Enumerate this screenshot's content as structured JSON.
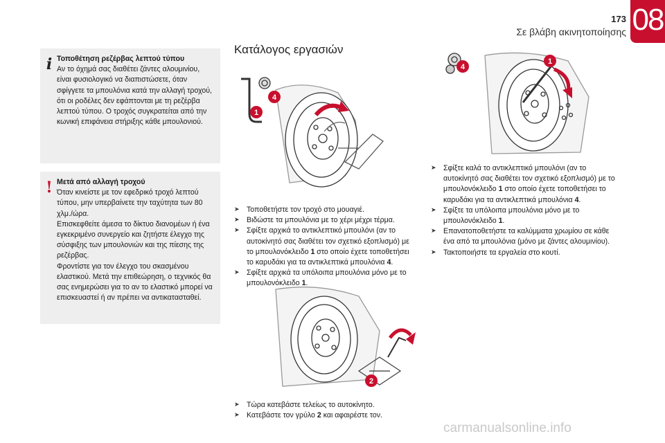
{
  "header": {
    "page_number": "173",
    "section_title": "Σε βλάβη ακινητοποίησης",
    "chapter": "08"
  },
  "info_box": {
    "icon": "info-icon",
    "heading": "Τοποθέτηση ρεζέρβας λεπτού τύπου",
    "body": "Αν το όχημά σας διαθέτει ζάντες αλουμινίου, είναι φυσιολογικό να διαπιστώσετε, όταν σφίγγετε τα μπουλόνια κατά την αλλαγή τροχού, ότι οι ροδέλες δεν εφάπτονται με τη ρεζέρβα λεπτού τύπου. Ο τροχός συγκρατείται από την κωνική επιφάνεια στήριξης κάθε μπουλονιού."
  },
  "warning_box": {
    "icon": "warning-icon",
    "heading": "Μετά από αλλαγή τροχού",
    "paragraph1": "Όταν κινείστε με τον εφεδρικό τροχό λεπτού τύπου, μην υπερβαίνετε την ταχύτητα των 80 χλμ./ώρα.",
    "paragraph2": "Επισκεφθείτε άμεσα το δίκτυο διανομέων ή ένα εγκεκριμένο συνεργείο και ζητήστε έλεγχο της σύσφιξης των μπουλονιών και της πίεσης της ρεζέρβας.",
    "paragraph3": "Φροντίστε για τον έλεγχο του σκασμένου ελαστικού. Μετά την επιθεώρηση, ο τεχνικός θα σας ενημερώσει για το αν το ελαστικό μπορεί να επισκευαστεί ή αν πρέπει να αντικατασταθεί."
  },
  "main_title": "Κατάλογος εργασιών",
  "illustrations": {
    "fig1_callouts": [
      "1",
      "4"
    ],
    "fig2_callouts": [
      "2"
    ],
    "fig3_callouts": [
      "1",
      "4"
    ]
  },
  "steps_a": [
    {
      "text": "Τοποθετήστε τον τροχό στο μουαγιέ."
    },
    {
      "text": "Βιδώστε τα μπουλόνια με το χέρι μέχρι τέρμα."
    },
    {
      "pre": "Σφίξτε αρχικά το αντικλεπτικό μπουλόνι (αν το αυτοκίνητό σας διαθέτει τον σχετικό εξοπλισμό) με το μπουλονόκλειδο ",
      "bold": "1",
      "mid": " στο οποίο έχετε τοποθετήσει το καρυδάκι για τα αντικλεπτικά μπουλόνια ",
      "bold2": "4",
      "post": "."
    },
    {
      "pre": "Σφίξτε αρχικά τα υπόλοιπα μπουλόνια μόνο με το μπουλονόκλειδο ",
      "bold": "1",
      "post": "."
    }
  ],
  "steps_b": [
    {
      "text": "Τώρα κατεβάστε τελείως το αυτοκίνητο."
    },
    {
      "pre": "Κατεβάστε τον γρύλο ",
      "bold": "2",
      "post": " και αφαιρέστε τον."
    }
  ],
  "steps_c": [
    {
      "pre": "Σφίξτε καλά το αντικλεπτικό μπουλόνι (αν το αυτοκίνητό σας διαθέτει τον σχετικό εξοπλισμό) με το μπουλονόκλειδο ",
      "bold": "1",
      "mid": " στο οποίο έχετε τοποθετήσει το καρυδάκι για τα αντικλεπτικά μπουλόνια ",
      "bold2": "4",
      "post": "."
    },
    {
      "pre": "Σφίξτε τα υπόλοιπα μπουλόνια μόνο με το μπουλονόκλειδο ",
      "bold": "1",
      "post": "."
    },
    {
      "text": "Επανατοποθετήστε τα καλύμματα χρωμίου σε κάθε ένα από τα μπουλόνια (μόνο με ζάντες αλουμινίου)."
    },
    {
      "text": "Τακτοποιήστε τα εργαλεία στο κουτί."
    }
  ],
  "watermark": "carmanualsonline.info",
  "colors": {
    "accent": "#c8102e",
    "box_bg": "#eeeeee"
  }
}
